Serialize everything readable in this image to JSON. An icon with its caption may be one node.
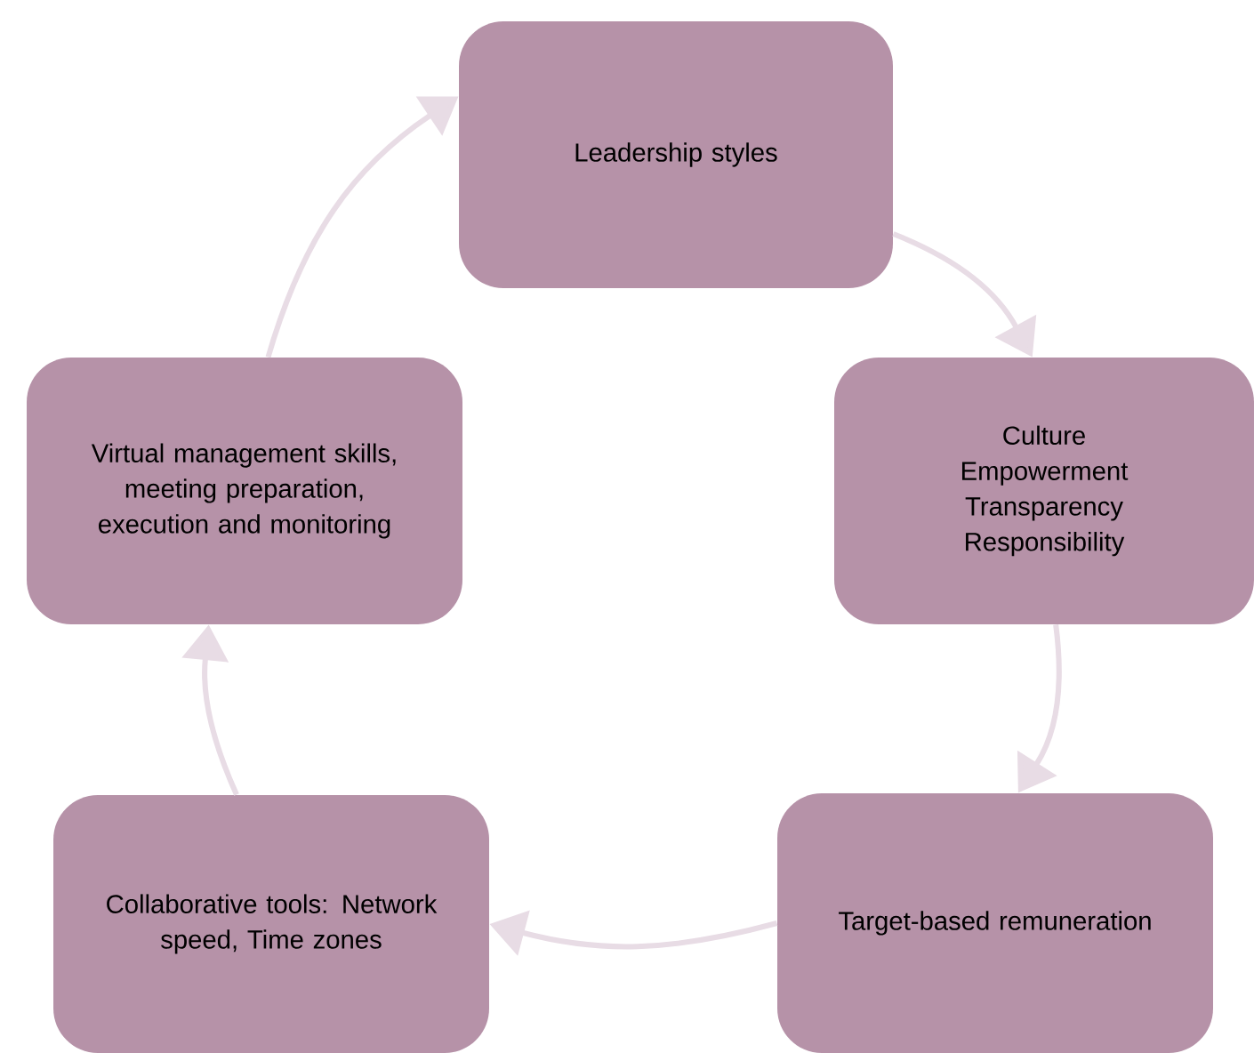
{
  "diagram": {
    "nodes": [
      {
        "text": [
          "Leadership styles"
        ]
      },
      {
        "text": [
          "Culture",
          "Empowerment",
          "Transparency",
          "Responsibility"
        ]
      },
      {
        "text": [
          "Target-based remuneration"
        ]
      },
      {
        "text": [
          "Collaborative tools: Network speed, Time zones"
        ]
      },
      {
        "text": [
          "Virtual management skills, meeting preparation, execution and monitoring"
        ]
      }
    ],
    "edges": [
      {
        "from": 0,
        "to": 1,
        "arrow": "to"
      },
      {
        "from": 1,
        "to": 2,
        "arrow": "to"
      },
      {
        "from": 2,
        "to": 3,
        "arrow": "to"
      },
      {
        "from": 3,
        "to": 4,
        "arrow": "to"
      },
      {
        "from": 4,
        "to": 0,
        "arrow": "to"
      }
    ]
  }
}
